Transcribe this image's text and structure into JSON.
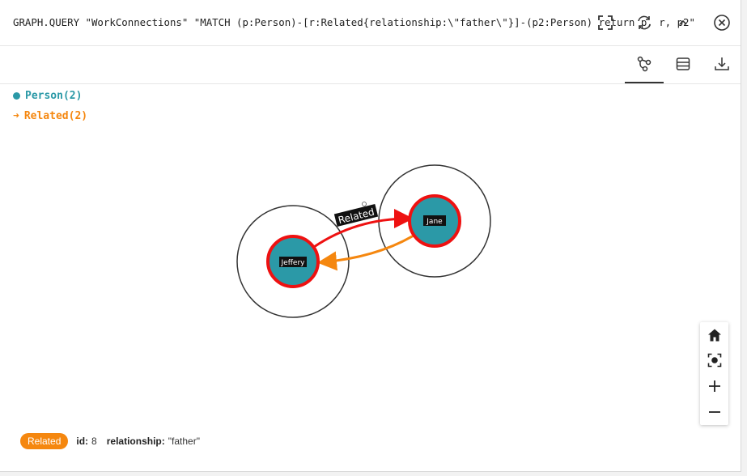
{
  "query": "GRAPH.QUERY \"WorkConnections\" \"MATCH (p:Person)-[r:Related{relationship:\\\"father\\\"}]-(p2:Person) return p, r, p2\"",
  "legend": {
    "nodes": {
      "label": "Person(2)",
      "color": "#2b99a7"
    },
    "edges": {
      "label": "Related(2)",
      "color": "#f5870f"
    }
  },
  "graph": {
    "nodes": [
      {
        "label": "Jeffery"
      },
      {
        "label": "Jane"
      }
    ],
    "edge_label": "Related"
  },
  "status": {
    "badge": "Related",
    "id_key": "id:",
    "id_value": "8",
    "rel_key": "relationship:",
    "rel_value": "\"father\""
  },
  "colors": {
    "node_fill": "#2b99a7",
    "node_ring": "#ee1111",
    "edge_selected": "#ee1111",
    "edge_default": "#f5870f"
  }
}
